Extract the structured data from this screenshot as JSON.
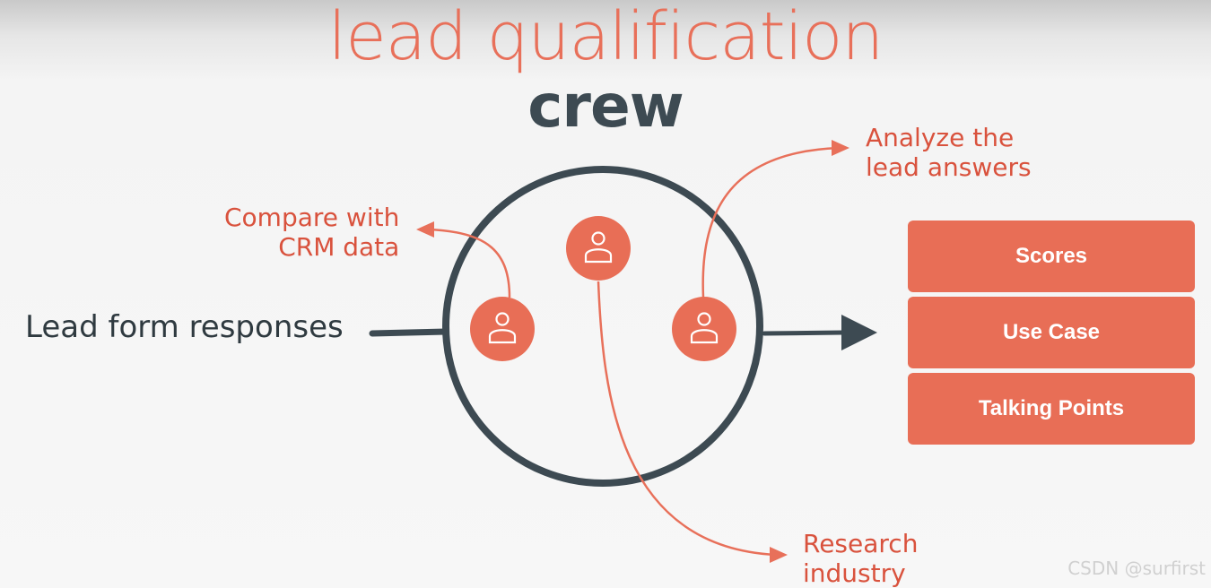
{
  "title": {
    "line1": "lead qualification",
    "line2": "crew"
  },
  "input_label": "Lead form responses",
  "agents": {
    "left": {
      "icon": "person-icon"
    },
    "center": {
      "icon": "person-icon"
    },
    "right": {
      "icon": "person-icon"
    }
  },
  "tasks": {
    "compare": {
      "line1": "Compare with",
      "line2": "CRM data"
    },
    "analyze": {
      "line1": "Analyze the",
      "line2": "lead answers"
    },
    "research": {
      "line1": "Research",
      "line2": "industry"
    }
  },
  "outputs": [
    "Scores",
    "Use Case",
    "Talking Points"
  ],
  "watermark": "CSDN @surfirst",
  "colors": {
    "accent": "#e86e56",
    "label_red": "#d9523d",
    "dark": "#3d4a52"
  }
}
